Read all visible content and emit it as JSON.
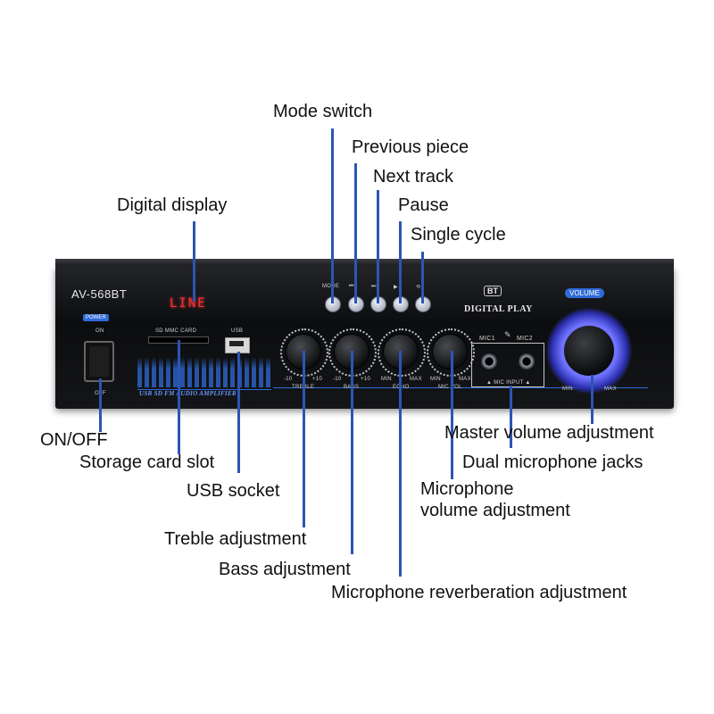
{
  "callouts": {
    "mode_switch": "Mode switch",
    "previous_piece": "Previous piece",
    "next_track": "Next track",
    "pause": "Pause",
    "single_cycle": "Single cycle",
    "digital_display": "Digital display",
    "on_off": "ON/OFF",
    "storage_card_slot": "Storage card slot",
    "usb_socket": "USB socket",
    "treble_adjustment": "Treble adjustment",
    "bass_adjustment": "Bass adjustment",
    "mic_reverb_adjustment": "Microphone reverberation adjustment",
    "mic_volume_line1": "Microphone",
    "mic_volume_line2": "volume adjustment",
    "dual_mic_jacks": "Dual microphone jacks",
    "master_volume_adjustment": "Master volume adjustment"
  },
  "device": {
    "model": "AV-568BT",
    "power_label": "POWER",
    "on_label": "ON",
    "off_label": "OFF",
    "display_text": "LINE",
    "sd_label": "SD MMC CARD",
    "usb_label": "USB",
    "subtitle": "USB SD FM AUDIO AMPLIFIER",
    "button_labels": [
      "MODE",
      "⏮",
      "⏭",
      "▶",
      "⟲"
    ],
    "bt_logo": "BT",
    "digital_play": "DIGITAL PLAY",
    "knobs": [
      {
        "min": "-10",
        "max": "+10",
        "name": "TREBLE"
      },
      {
        "min": "-10",
        "max": "+10",
        "name": "BASS"
      },
      {
        "min": "MIN",
        "max": "MAX",
        "name": "ECHO"
      },
      {
        "min": "MIN",
        "max": "MAX",
        "name": "MIC VOL"
      }
    ],
    "mic1": "MIC1",
    "mic2": "MIC2",
    "mic_input": "▲ MIC INPUT ▲",
    "volume_label": "VOLUME",
    "vol_min": "MIN",
    "vol_max": "MAX"
  },
  "colors": {
    "leader": "#2c55b4",
    "accent": "#2f6bd8",
    "display": "#ff2a2a"
  }
}
